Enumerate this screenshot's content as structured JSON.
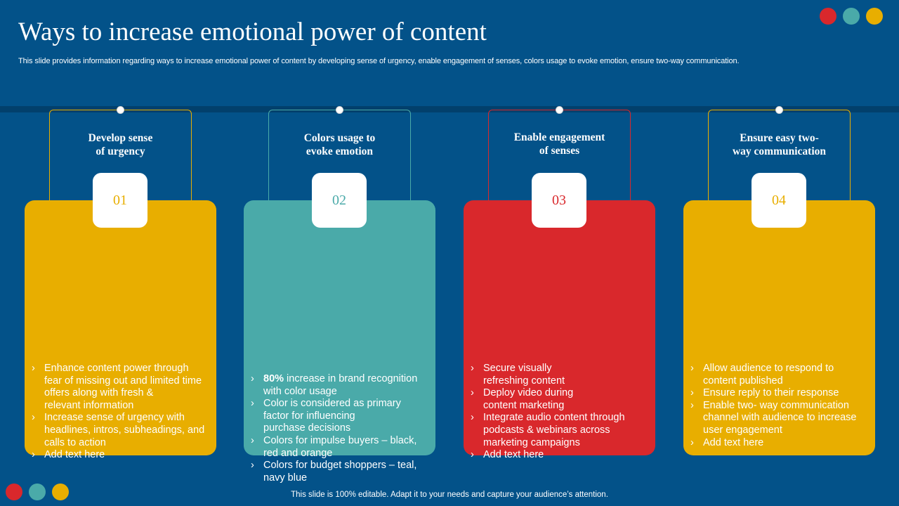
{
  "slide": {
    "title": "Ways to increase emotional power of content",
    "subtitle": "This slide provides information regarding ways to increase emotional power of content by developing sense of urgency, enable engagement of senses, colors usage to evoke emotion, ensure two-way communication.",
    "footer": "This slide is 100% editable. Adapt it to your needs and capture your audience’s attention."
  },
  "colors": {
    "background": "#035289",
    "red": "#d9282c",
    "teal": "#4aaaa9",
    "yellow": "#e8ae00"
  },
  "steps": [
    {
      "heading": [
        "Develop sense",
        "of urgency"
      ],
      "number": "01",
      "color": "#e8ae00",
      "bullets": [
        [
          "Enhance content power through",
          "fear of missing out and limited time",
          "offers along with fresh &",
          "relevant information"
        ],
        [
          "Increase sense of urgency with",
          "headlines, intros, subheadings, and",
          "calls to action"
        ],
        [
          "Add text here"
        ]
      ]
    },
    {
      "heading": [
        "Colors usage to",
        "evoke emotion"
      ],
      "number": "02",
      "color": "#4aaaa9",
      "bullet1_bold": "80%",
      "bullet1_rest_a": " increase in brand recognition",
      "bullet1_rest_b": "with color usage",
      "bullets": [
        [
          "Color is considered as primary",
          "factor for influencing",
          "purchase decisions"
        ],
        [
          "Colors for impulse buyers – black,",
          "red and orange"
        ],
        [
          "Colors for budget shoppers – teal,",
          "navy blue"
        ]
      ]
    },
    {
      "heading": [
        "Enable engagement",
        "of senses"
      ],
      "number": "03",
      "color": "#d9282c",
      "bullets": [
        [
          "Secure visually",
          "refreshing content"
        ],
        [
          "Deploy video during",
          "content marketing"
        ],
        [
          "Integrate audio content through",
          "podcasts & webinars across",
          "marketing campaigns"
        ],
        [
          "Add text here"
        ]
      ]
    },
    {
      "heading": [
        "Ensure easy two-",
        "way communication"
      ],
      "number": "04",
      "color": "#e8ae00",
      "bullets": [
        [
          "Allow audience to respond to",
          "content published"
        ],
        [
          "Ensure reply to their response"
        ],
        [
          "Enable two- way communication",
          "channel with audience to increase",
          "user engagement"
        ],
        [
          "Add text here"
        ]
      ]
    }
  ]
}
